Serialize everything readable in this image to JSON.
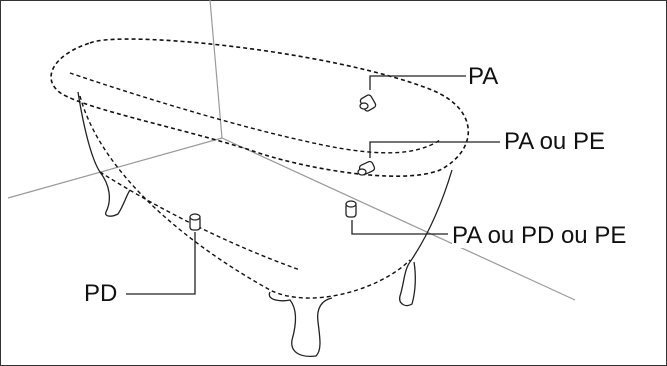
{
  "diagram": {
    "labels": {
      "pa": "PA",
      "pa_pe": "PA ou PE",
      "pa_pd_pe": "PA ou PD ou PE",
      "pd": "PD"
    }
  },
  "colors": {
    "line": "#111111",
    "wall": "#9a9a9a",
    "frame": "#333333"
  }
}
